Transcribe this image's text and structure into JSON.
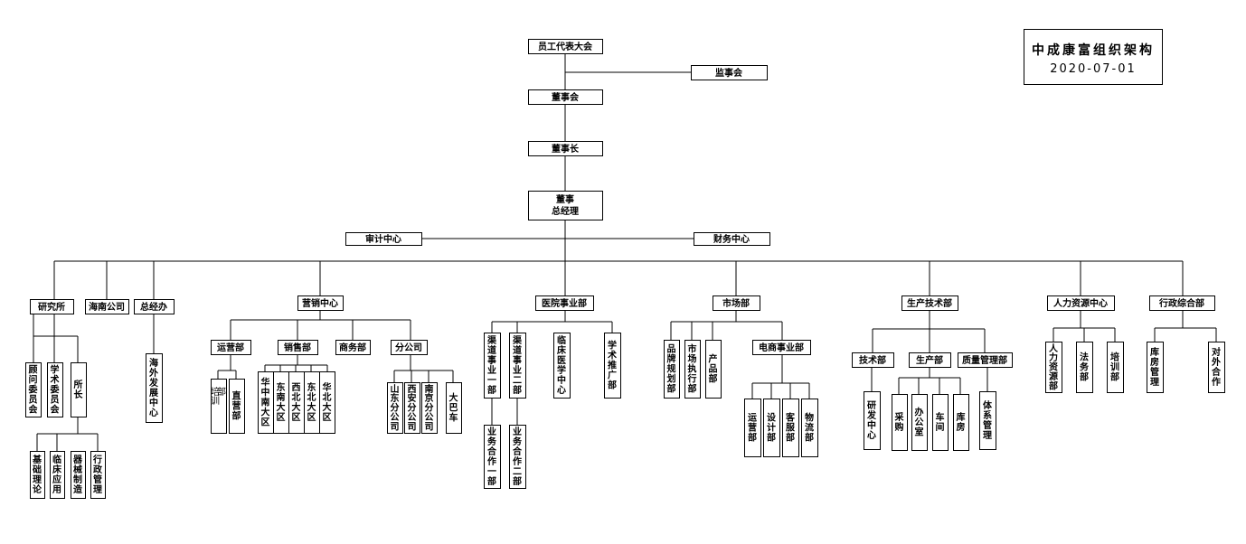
{
  "header": {
    "title": "中成康富组织架构",
    "date": "2020-07-01"
  },
  "nodes": {
    "congress": "员工代表大会",
    "supervisors": "监事会",
    "board": "董事会",
    "chairman": "董事长",
    "gm": [
      "董事",
      "总经理"
    ],
    "audit": "审计中心",
    "finance": "财务中心",
    "institute": "研究所",
    "hainan": "海南公司",
    "president_office": "总经办",
    "marketing": "营销中心",
    "hospital": "医院事业部",
    "market": "市场部",
    "production": "生产技术部",
    "hr": "人力资源中心",
    "admin": "行政综合部",
    "advisory": "顾问委员会",
    "academic": "学术委员会",
    "director": "所长",
    "basic_theory": "基础理论",
    "clinical": "临床应用",
    "device": "器械制造",
    "inst_admin": "行政管理",
    "overseas": "海外发展中心",
    "ops": "运营部",
    "sales": "销售部",
    "commerce": "商务部",
    "branch": "分公司",
    "training": "培训部",
    "service": "客服部",
    "direct": "直营部",
    "region_sc": "华中南大区",
    "region_ne": "东南大区",
    "region_nw": "西北大区",
    "region_dn": "东北大区",
    "region_n": "华北大区",
    "br_sd": "山东分公司",
    "br_xa": "西安分公司",
    "br_nj": "南京分公司",
    "bus": "大巴车",
    "channel1": "渠道事业一部",
    "channel2": "渠道事业二部",
    "coop1": "业务合作一部",
    "coop2": "业务合作二部",
    "clin_center": "临床医学中心",
    "promo": "学术推广部",
    "brand": "品牌规划部",
    "exec": "市场执行部",
    "product": "产品部",
    "ecom": "电商事业部",
    "ec_ops": "运营部",
    "ec_design": "设计部",
    "ec_service": "客服部",
    "ec_logistics": "物流部",
    "tech": "技术部",
    "prod_dept": "生产部",
    "qm": "质量管理部",
    "rnd": "研发中心",
    "purchase": "采购",
    "office": "办公室",
    "workshop": "车间",
    "warehouse": "库房",
    "system_mgmt": "体系管理",
    "hr_dept": "人力资源部",
    "legal": "法务部",
    "train_dept": "培训部",
    "wh_mgmt": "库房管理",
    "external": "对外合作"
  }
}
